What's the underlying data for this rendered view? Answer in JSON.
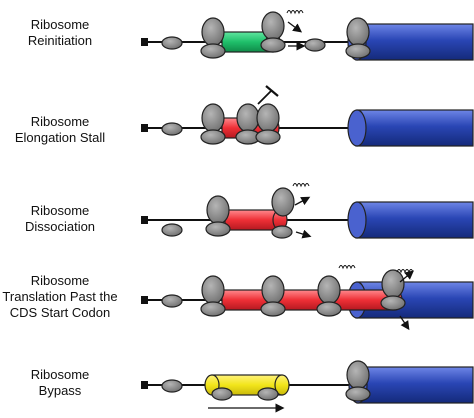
{
  "panels": [
    {
      "id": "reinitiation",
      "label_lines": [
        "Ribosome",
        "Reinitiation"
      ]
    },
    {
      "id": "elongation-stall",
      "label_lines": [
        "Ribosome",
        "Elongation Stall"
      ]
    },
    {
      "id": "dissociation",
      "label_lines": [
        "Ribosome",
        "Dissociation"
      ]
    },
    {
      "id": "translation-past-cds",
      "label_lines": [
        "Ribosome",
        "Translation Past the",
        "CDS Start Codon"
      ]
    },
    {
      "id": "bypass",
      "label_lines": [
        "Ribosome",
        "Bypass"
      ]
    }
  ],
  "colors": {
    "green_orf": "#1fbf6a",
    "red_orf": "#ee2f36",
    "yellow_orf": "#f2e51a",
    "blue_cds": "#2a46b5",
    "ribosome": "#8a8a8a"
  }
}
